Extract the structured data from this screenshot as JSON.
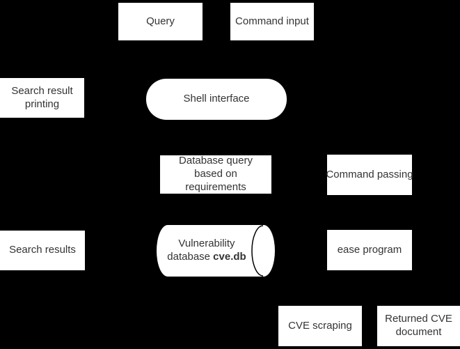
{
  "canvas": {
    "background_color": "#000000",
    "node_fill_color": "#ffffff",
    "text_color": "#333333",
    "cylinder_outline_color": "#000000"
  },
  "nodes": {
    "query": {
      "label": "Query"
    },
    "command_input": {
      "label": "Command input"
    },
    "search_result_printing": {
      "label": "Search result printing"
    },
    "shell_interface": {
      "label": "Shell interface"
    },
    "database_query": {
      "label": "Database query based on requirements"
    },
    "command_passing": {
      "label": "Command passing"
    },
    "search_results": {
      "label": "Search results"
    },
    "vulnerability_database": {
      "line1": "Vulnerability",
      "line2_prefix": "database ",
      "line2_bold": "cve.db"
    },
    "ease_program": {
      "label": "ease program"
    },
    "cve_scraping": {
      "label": "CVE scraping"
    },
    "returned_cve_document": {
      "label": "Returned CVE document"
    }
  }
}
